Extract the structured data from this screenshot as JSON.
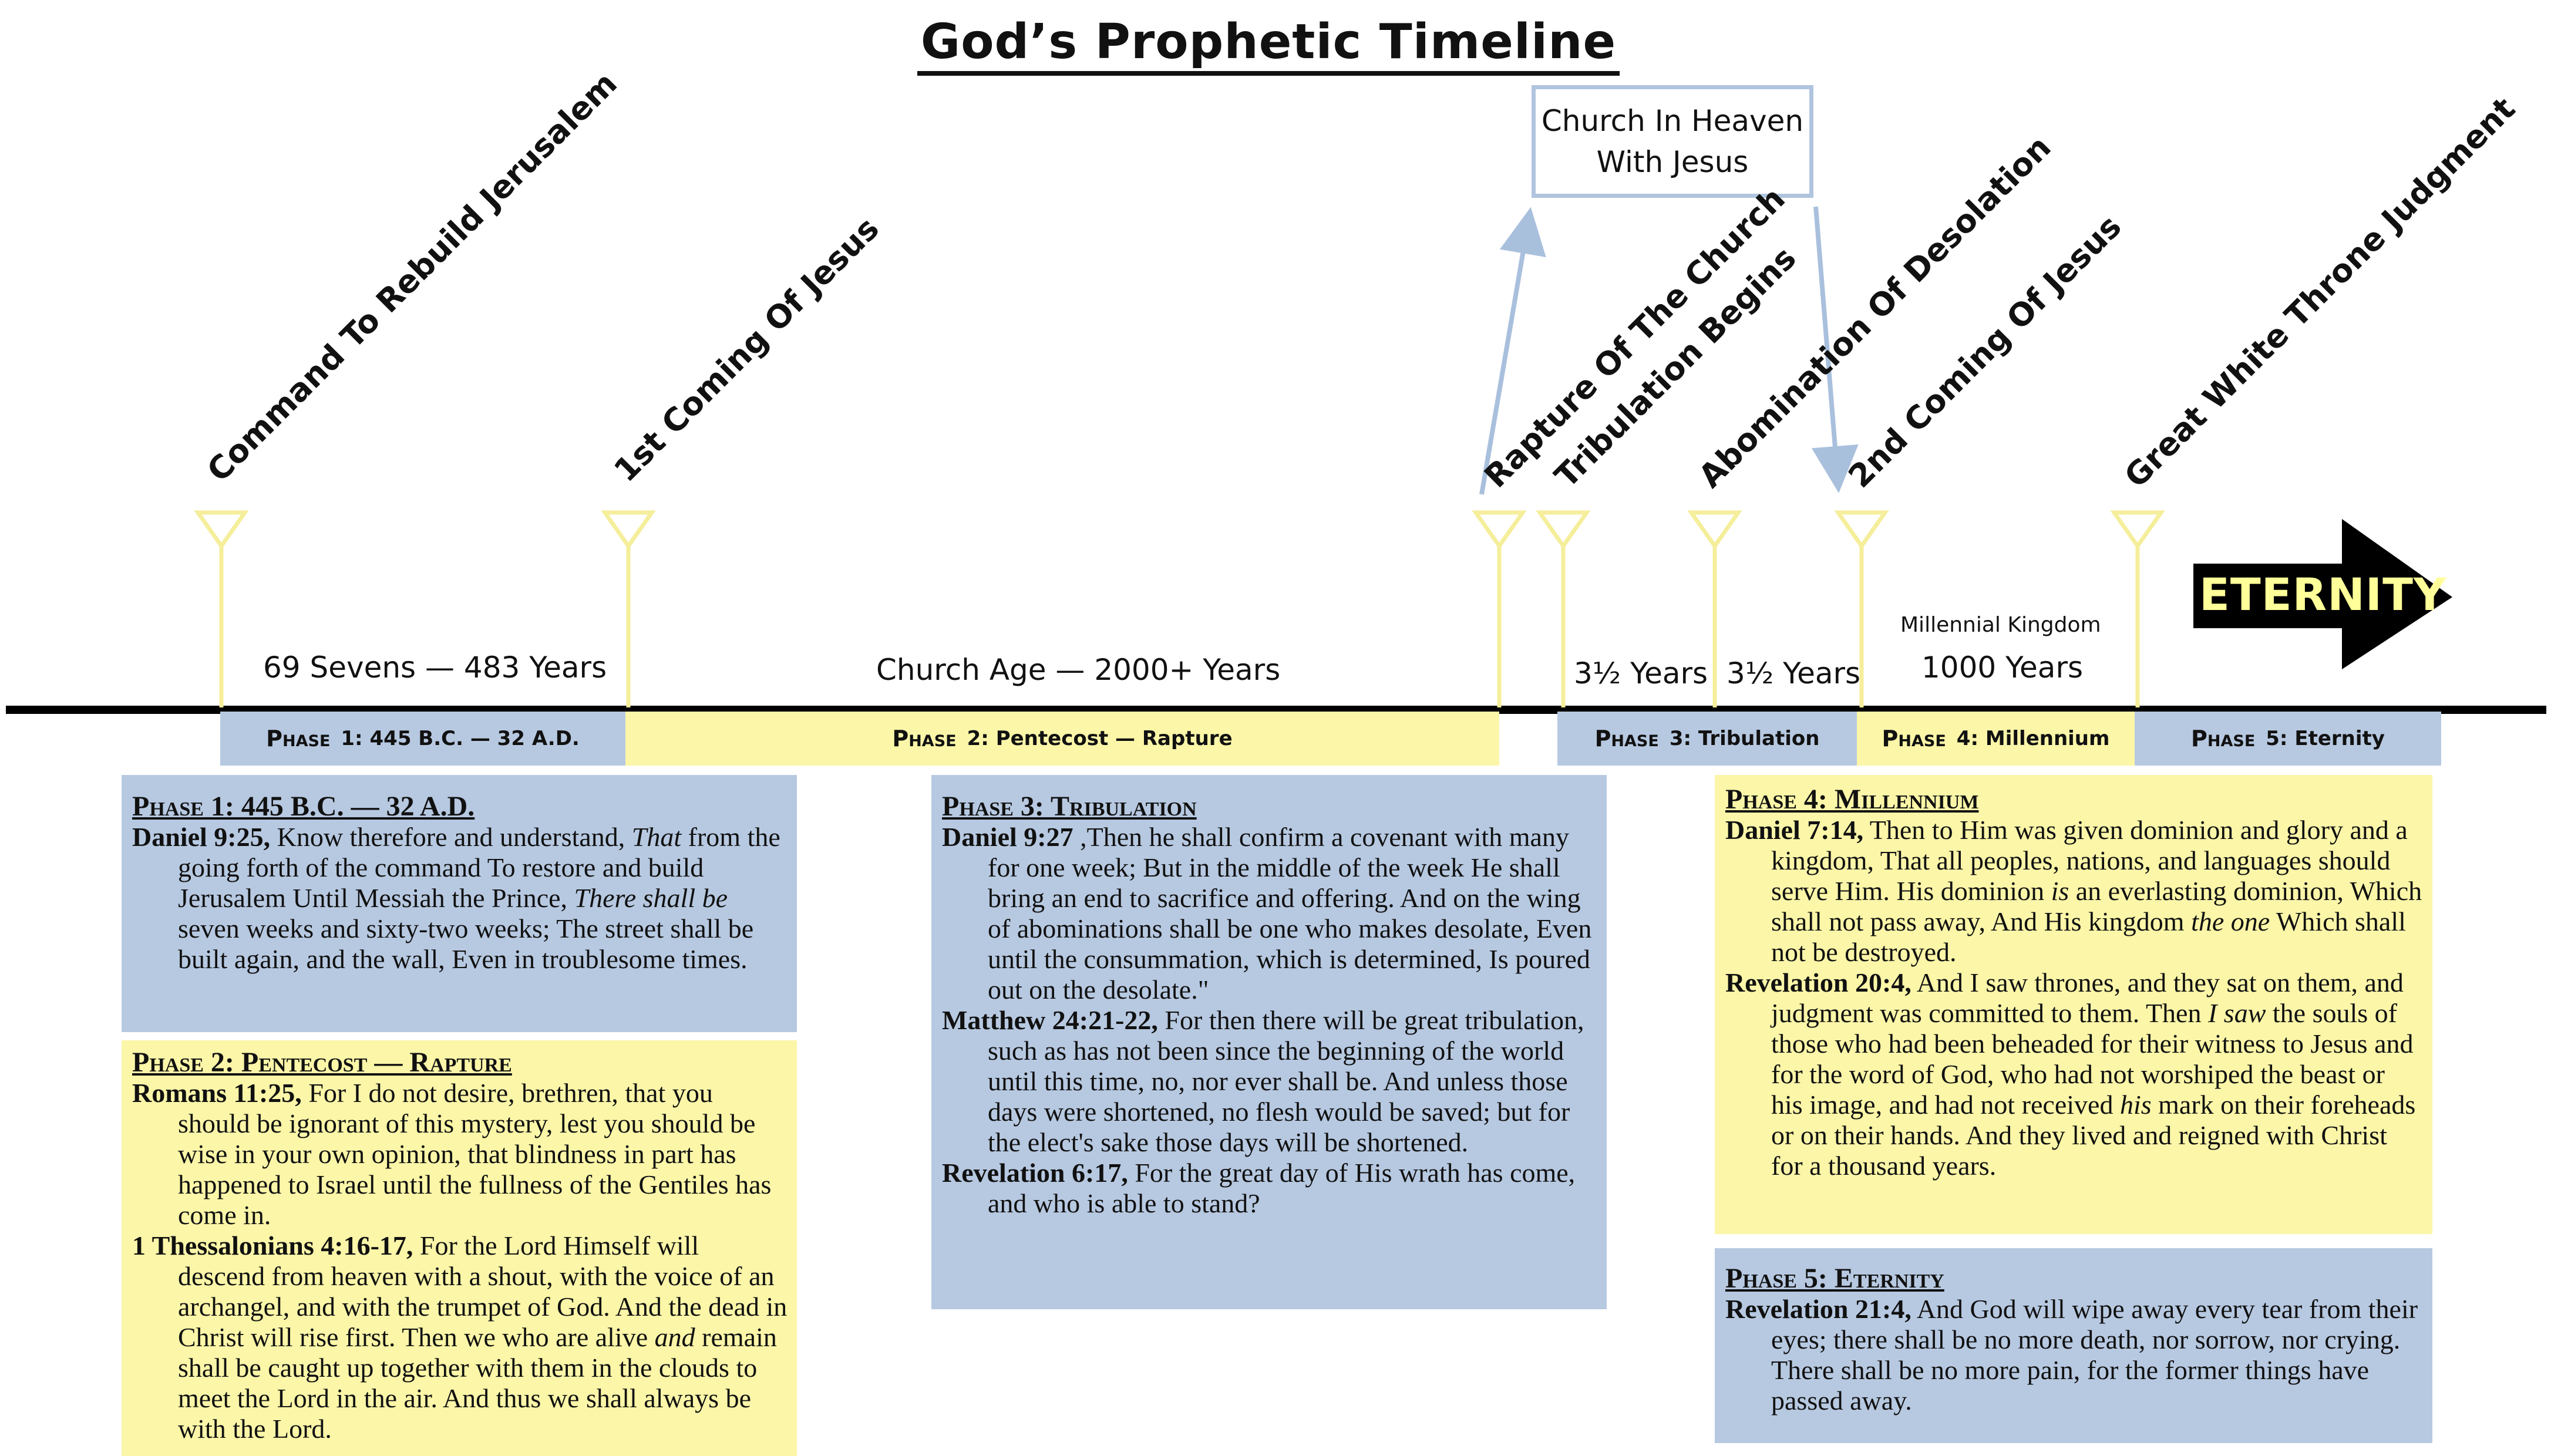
{
  "title": "God’s Prophetic Timeline",
  "heaven_box": {
    "line1": "Church In Heaven",
    "line2": "With Jesus"
  },
  "events": [
    {
      "label": "Command To Rebuild Jerusalem"
    },
    {
      "label": "1st Coming Of Jesus"
    },
    {
      "label": "Rapture Of The Church"
    },
    {
      "label": "Tribulation Begins"
    },
    {
      "label": "Abomination Of Desolation"
    },
    {
      "label": "2nd Coming Of Jesus"
    },
    {
      "label": "Great White Throne Judgment"
    }
  ],
  "spans": {
    "sevens": "69 Sevens — 483 Years",
    "church_age": "Church Age — 2000+ Years",
    "half1": "3½ Years",
    "half2": "3½ Years",
    "millennial_kingdom": "Millennial Kingdom",
    "thousand": "1000 Years"
  },
  "eternity_label": "ETERNITY",
  "phase_word": "Phase",
  "phase_bars": [
    {
      "num": "1:",
      "text": "445 B.C. — 32 A.D.",
      "color": "#b7c9e1"
    },
    {
      "num": "2:",
      "text": "Pentecost — Rapture",
      "color": "#fbf6a8"
    },
    {
      "num": "3:",
      "text": "Tribulation",
      "color": "#b7c9e1"
    },
    {
      "num": "4:",
      "text": "Millennium",
      "color": "#fbf6a8"
    },
    {
      "num": "5:",
      "text": "Eternity",
      "color": "#b7c9e1"
    }
  ],
  "cards": {
    "p1": {
      "heading": "Phase 1: 445 B.C. — 32 A.D.",
      "verses": [
        {
          "ref": "Daniel 9:25,",
          "t1": " Know therefore and understand, ",
          "i1": "That",
          "t2": " from the going forth of the command To restore and build Jerusalem Until Messiah the Prince, ",
          "i2": "There shall be",
          "t3": " seven weeks and sixty-two weeks; The street shall be built again, and the wall, Even in troublesome times."
        }
      ]
    },
    "p2": {
      "heading": "Phase 2: Pentecost — Rapture",
      "verses": [
        {
          "ref": "Romans 11:25,",
          "t1": " For I do not desire, brethren, that you should be ignorant of this mystery, lest you should be wise in your own opinion, that blindness in part has happened to Israel until the fullness of the Gentiles has come in."
        },
        {
          "ref": "1 Thessalonians 4:16-17,",
          "t1": " For the Lord Himself will descend from heaven with a shout, with the voice of an archangel, and with the trumpet of God. And the dead in Christ will rise first. Then we who are alive ",
          "i1": "and",
          "t2": " remain shall be caught up together with them in the clouds to meet the Lord in the air. And thus we shall always be with the Lord."
        }
      ]
    },
    "p3": {
      "heading": "Phase 3: Tribulation",
      "verses": [
        {
          "ref": "Daniel 9:27",
          "t1": " ,Then he shall confirm a covenant with many for one week; But in the middle of the week He shall bring an end to sacrifice and offering. And on the wing of abominations shall be one who makes desolate, Even until the consummation, which is determined, Is poured out on the desolate.\""
        },
        {
          "ref": "Matthew 24:21-22,",
          "t1": " For then there will be great tribulation, such as has not been since the beginning of the world until this time, no, nor ever shall be. And unless those days were shortened, no flesh would be saved; but for the elect's sake those days will be shortened."
        },
        {
          "ref": "Revelation 6:17,",
          "t1": " For the great day of His wrath has come, and who is able to stand?"
        }
      ]
    },
    "p4": {
      "heading": "Phase 4: Millennium",
      "verses": [
        {
          "ref": "Daniel 7:14,",
          "t1": " Then to Him was given dominion and glory and a kingdom, That all peoples, nations, and languages should serve Him. His dominion ",
          "i1": "is",
          "t2": " an everlasting dominion, Which shall not pass away, And His kingdom ",
          "i2": "the one",
          "t3": " Which shall not be destroyed."
        },
        {
          "ref": "Revelation 20:4,",
          "t1": " And I saw thrones, and they sat on them, and judgment was committed to them. Then ",
          "i1": "I saw",
          "t2": " the souls of those who had been beheaded for their witness to Jesus and for the word of God, who had not worshiped the beast or his image, and had not received ",
          "i2": "his",
          "t3": " mark on their foreheads or on their hands. And they lived and reigned with Christ for a thousand years."
        }
      ]
    },
    "p5": {
      "heading": "Phase 5: Eternity",
      "verses": [
        {
          "ref": "Revelation 21:4,",
          "t1": " And God will wipe away every tear from their eyes; there shall be no more death, nor sorrow, nor crying. There shall be no more pain, for the former things have passed away."
        }
      ]
    }
  },
  "colors": {
    "blue": "#b7c9e1",
    "yellow": "#fbf6a8",
    "marker": "#f5ee9a",
    "arrow": "#a9c0dd",
    "eternity_text": "#ffff99"
  }
}
